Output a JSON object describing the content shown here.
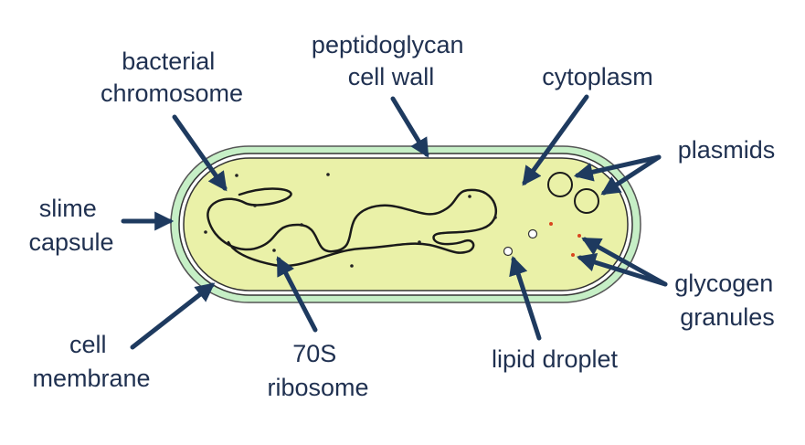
{
  "labels": {
    "bacterial_chromosome": [
      "bacterial",
      "chromosome"
    ],
    "peptidoglycan_cell_wall": [
      "peptidoglycan",
      "cell wall"
    ],
    "cytoplasm": [
      "cytoplasm"
    ],
    "plasmids": [
      "plasmids"
    ],
    "slime_capsule": [
      "slime",
      "capsule"
    ],
    "glycogen_granules": [
      "glycogen",
      "granules"
    ],
    "cell_membrane": [
      "cell",
      "membrane"
    ],
    "ribosome_70s": [
      "70S",
      "ribosome"
    ],
    "lipid_droplet": [
      "lipid droplet"
    ]
  },
  "colors": {
    "capsule": "#c6efc6",
    "cytoplasm": "#eaf1a8",
    "outline": "#333333",
    "arrow": "#1e3a5f",
    "text": "#1f3050",
    "granule": "#d9461f"
  }
}
